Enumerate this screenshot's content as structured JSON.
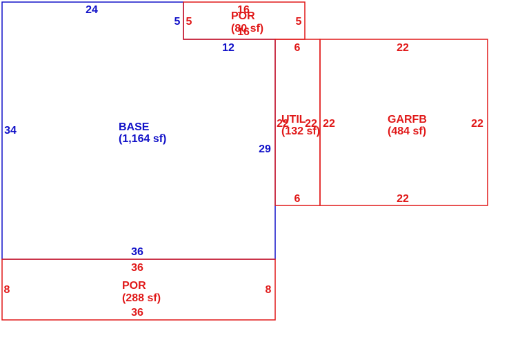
{
  "colors": {
    "base": "#1010c8",
    "addition": "#e01818",
    "background": "#ffffff"
  },
  "areas": {
    "base": {
      "name": "BASE",
      "size": "(1,164 sf)"
    },
    "por_top": {
      "name": "POR",
      "size": "(80 sf)"
    },
    "util": {
      "name": "UTIL",
      "size": "(132 sf)"
    },
    "garfb": {
      "name": "GARFB",
      "size": "(484 sf)"
    },
    "por_bottom": {
      "name": "POR",
      "size": "(288 sf)"
    }
  },
  "dimensions": {
    "base_top": "24",
    "base_notch_side": "5",
    "base_notch_top": "12",
    "base_left": "34",
    "base_right": "29",
    "base_bottom": "36",
    "por_top_top": "16",
    "por_top_bottom": "16",
    "por_top_left": "5",
    "por_top_right": "5",
    "util_top": "6",
    "util_bottom": "6",
    "util_left": "22",
    "util_right": "22",
    "garfb_top": "22",
    "garfb_bottom": "22",
    "garfb_left": "22",
    "garfb_right": "22",
    "por_bottom_top": "36",
    "por_bottom_bottom": "36",
    "por_bottom_left": "8",
    "por_bottom_right": "8"
  }
}
